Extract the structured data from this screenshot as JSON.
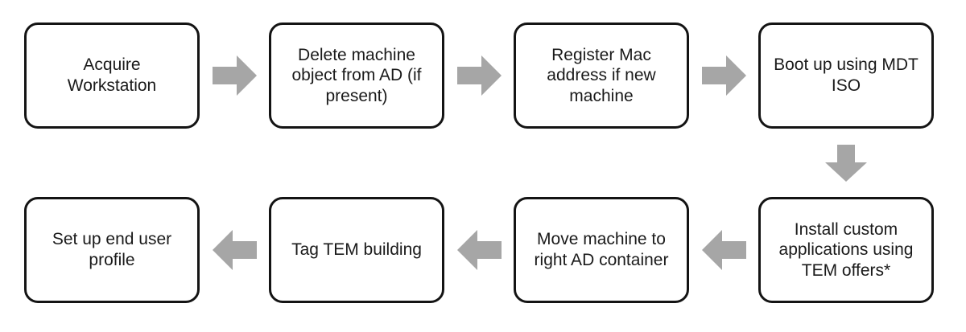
{
  "diagram": {
    "arrow_color": "#a6a6a6",
    "steps": [
      {
        "label": "Acquire Workstation"
      },
      {
        "label": "Delete machine object from AD (if present)"
      },
      {
        "label": "Register Mac address if new machine"
      },
      {
        "label": "Boot up using MDT ISO"
      },
      {
        "label": "Install custom applications using TEM offers*"
      },
      {
        "label": "Move machine to right AD container"
      },
      {
        "label": "Tag TEM building"
      },
      {
        "label": "Set up end user profile"
      }
    ],
    "flow": [
      "0 -> 1",
      "1 -> 2",
      "2 -> 3",
      "3 -> 4",
      "4 -> 5",
      "5 -> 6",
      "6 -> 7"
    ]
  }
}
